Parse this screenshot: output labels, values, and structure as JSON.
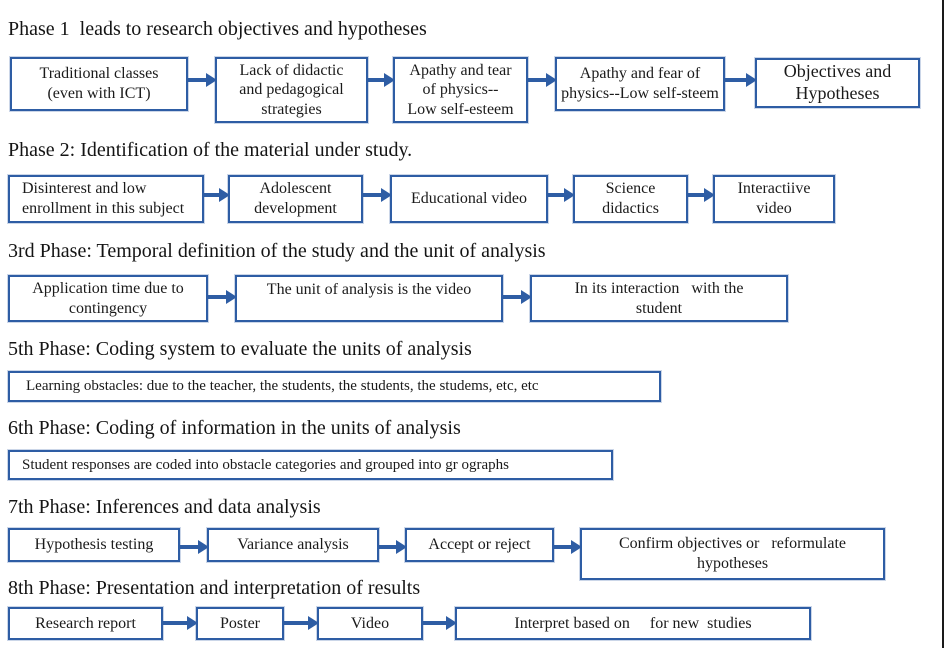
{
  "colors": {
    "box_border": "#2e5da4",
    "arrow": "#2e5da4",
    "text": "#1a1a1a",
    "background": "#ffffff",
    "frame_line": "#1a1a1a"
  },
  "phases": [
    {
      "heading": "Phase 1  leads to research objectives and hypotheses",
      "boxes": [
        "Traditional classes\n(even with ICT)",
        "Lack of didactic\nand pedagogical\nstrategies",
        "Apathy and tear\nof physics--\nLow self-esteem",
        "Apathy and fear of\nphysics--Low self-steem",
        "Objectives and\nHypotheses"
      ]
    },
    {
      "heading": "Phase 2: Identification of the material under study.",
      "boxes": [
        "Disinterest and low\nenrollment in this subject",
        "Adolescent\ndevelopment",
        "Educational video",
        "Science\ndidactics",
        "Interactiive\nvideo"
      ]
    },
    {
      "heading": "3rd Phase: Temporal definition of the study and the unit of analysis",
      "boxes": [
        "Application time due to\ncontingency",
        "The unit of analysis is the video",
        "In its interaction   with the\nstudent"
      ]
    },
    {
      "heading": "5th Phase: Coding system to evaluate the units of analysis",
      "boxes": [
        "Learning obstacles: due to the teacher, the students, the students, the studems, etc, etc"
      ]
    },
    {
      "heading": "6th Phase: Coding of information in the units of analysis",
      "boxes": [
        "Student responses are coded into obstacle categories and grouped into gr ographs"
      ]
    },
    {
      "heading": "7th Phase: Inferences and data analysis",
      "boxes": [
        "Hypothesis testing",
        "Variance analysis",
        "Accept or reject",
        "Confirm objectives or   reformulate\nhypotheses"
      ]
    },
    {
      "heading": "8th Phase: Presentation and interpretation of results",
      "boxes": [
        "Research report",
        "Poster",
        "Video",
        "Interpret based on     for new  studies"
      ]
    }
  ]
}
